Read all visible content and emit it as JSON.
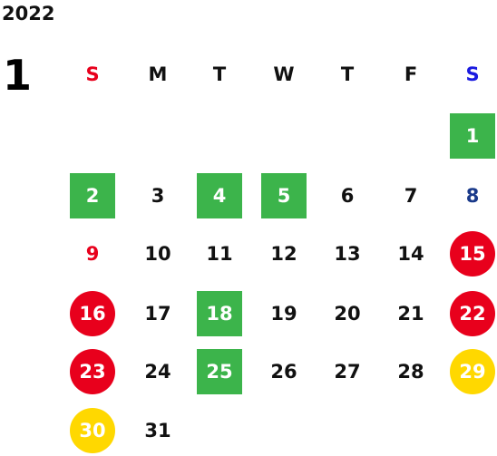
{
  "year": "2022",
  "month": "1",
  "weekdays": [
    "S",
    "M",
    "T",
    "W",
    "T",
    "F",
    "S"
  ],
  "days": [
    "1",
    "2",
    "3",
    "4",
    "5",
    "6",
    "7",
    "8",
    "9",
    "10",
    "11",
    "12",
    "13",
    "14",
    "15",
    "16",
    "17",
    "18",
    "19",
    "20",
    "21",
    "22",
    "23",
    "24",
    "25",
    "26",
    "27",
    "28",
    "29",
    "30",
    "31"
  ],
  "colors": {
    "green_marker": "#3cb44b",
    "red_marker": "#e8001c",
    "yellow_marker": "#ffd800",
    "sunday_text": "#e8001c",
    "saturday_text": "#1a3a8a"
  },
  "first_weekday_index": 6,
  "markers": {
    "green_square": [
      "1",
      "2",
      "4",
      "5",
      "18",
      "25"
    ],
    "red_circle": [
      "15",
      "16",
      "22",
      "23"
    ],
    "yellow_circle": [
      "29",
      "30"
    ]
  }
}
